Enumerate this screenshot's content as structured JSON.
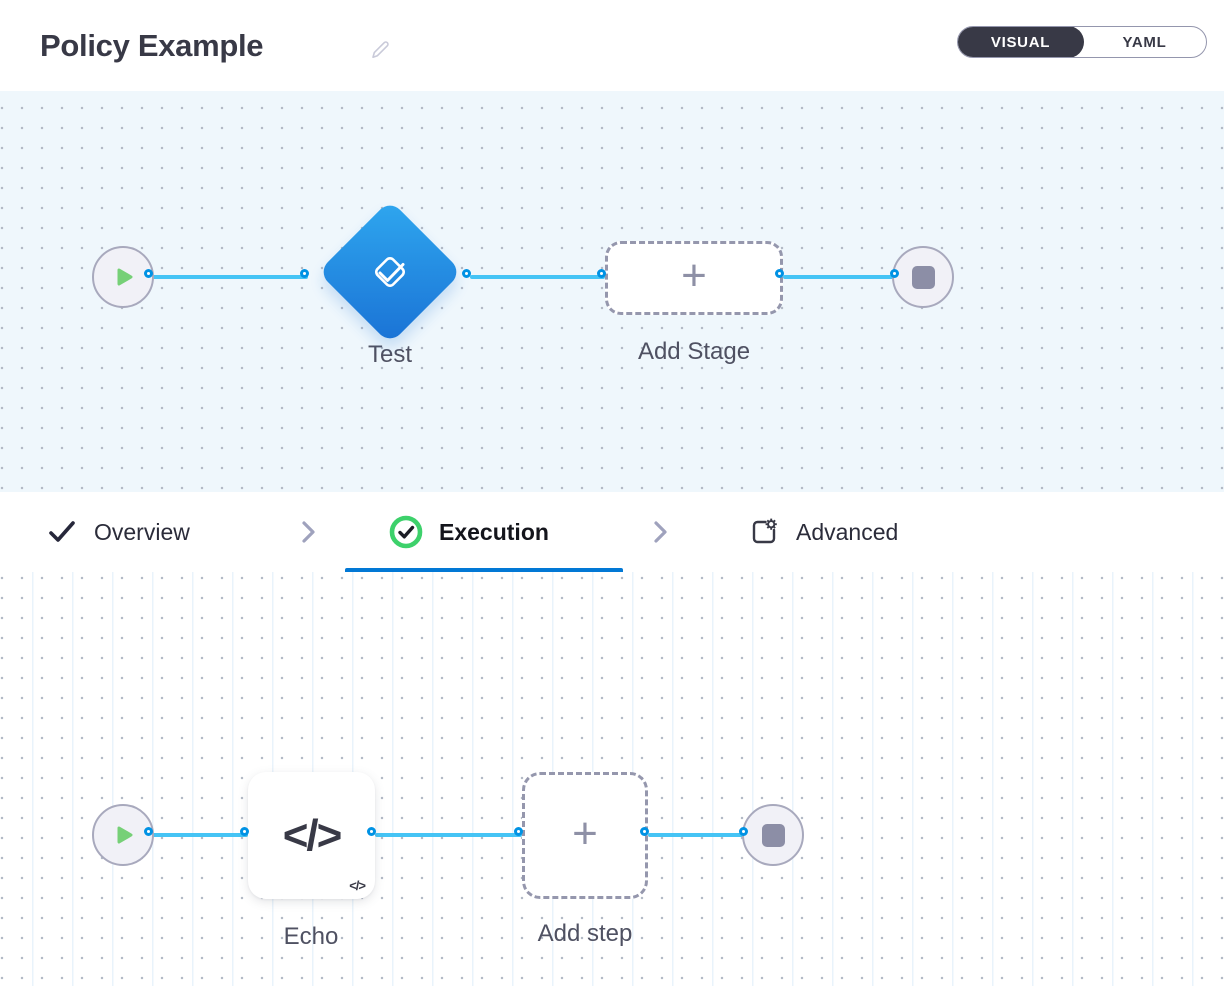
{
  "header": {
    "title": "Policy Example",
    "view_toggle": {
      "selected": "VISUAL",
      "options": [
        {
          "label": "VISUAL"
        },
        {
          "label": "YAML"
        }
      ]
    }
  },
  "tabs": {
    "items": [
      {
        "label": "Overview",
        "icon": "check-icon",
        "status": "complete"
      },
      {
        "label": "Execution",
        "icon": "success-check-circle-icon",
        "status": "active"
      },
      {
        "label": "Advanced",
        "icon": "advanced-settings-icon",
        "status": "default"
      }
    ]
  },
  "stage_pipeline": {
    "start_icon": "play-icon",
    "end_icon": "stop-icon",
    "stage": {
      "label": "Test",
      "icon": "approval-check-icon"
    },
    "add_stage": {
      "label": "Add Stage",
      "plus_glyph": "+"
    }
  },
  "step_pipeline": {
    "start_icon": "play-icon",
    "end_icon": "stop-icon",
    "step": {
      "label": "Echo",
      "icon_glyph": "</>",
      "badge_glyph": "</>"
    },
    "add_step": {
      "label": "Add step",
      "plus_glyph": "+"
    }
  },
  "colors": {
    "accent_blue": "#0278d5",
    "connector_blue": "#45c4f5",
    "endpoint_blue": "#0092e4",
    "success_green": "#3dd16b",
    "play_green": "#76d077",
    "stop_gray": "#8c8ea6",
    "dark_text": "#383946",
    "diamond_gradient_start": "#2fa7ef",
    "diamond_gradient_end": "#1a72d5",
    "canvas_stage_bg": "#eff7fc"
  }
}
